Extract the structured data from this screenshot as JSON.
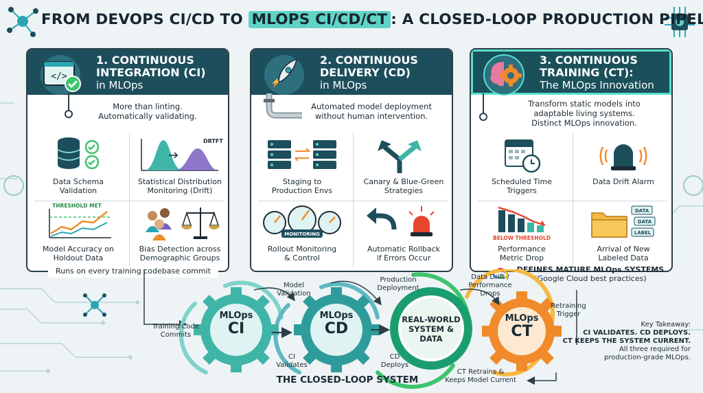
{
  "title": {
    "before": "FROM DEVOPS CI/CD TO ",
    "highlight": "MLOPS CI/CD/CT",
    "after": ": A CLOSED-LOOP PRODUCTION PIPELINE"
  },
  "colors": {
    "panel_header": "#1d4e5c",
    "teal_accent": "#5fd3c6",
    "gear_ci": "#3fb5a8",
    "gear_cd": "#2f9c9c",
    "gear_ct": "#f08a2a",
    "gear_center": "#1b9e6f"
  },
  "panels": [
    {
      "number_title": "1. CONTINUOUS",
      "title_line2": "INTEGRATION (CI)",
      "subtitle": "in MLOps",
      "icon": "code-window-check-icon",
      "desc": [
        "More than linting.",
        "Automatically validating."
      ],
      "items": [
        {
          "label": [
            "Data Schema",
            "Validation"
          ],
          "icon": "database-check-icon"
        },
        {
          "label": [
            "Statistical Distribution",
            "Monitoring (Drift)"
          ],
          "icon": "distribution-drift-icon",
          "tag": "DRTFT"
        },
        {
          "label": [
            "Model Accuracy on",
            "Holdout Data"
          ],
          "icon": "accuracy-chart-icon",
          "tag": "THRESHOLD MET"
        },
        {
          "label": [
            "Bias Detection across",
            "Demographic Groups"
          ],
          "icon": "scales-people-icon"
        }
      ],
      "footer": "Runs on every training codebase commit"
    },
    {
      "number_title": "2. CONTINUOUS",
      "title_line2": "DELIVERY (CD)",
      "subtitle": "in MLOps",
      "icon": "rocket-icon",
      "desc": [
        "Automated model deployment",
        "without human intervention."
      ],
      "items": [
        {
          "label": [
            "Staging to",
            "Production Envs"
          ],
          "icon": "servers-swap-icon"
        },
        {
          "label": [
            "Canary & Blue-Green",
            "Strategies"
          ],
          "icon": "split-arrows-icon"
        },
        {
          "label": [
            "Rollout Monitoring",
            "& Control"
          ],
          "icon": "gauges-icon",
          "tag": "MONITORING"
        },
        {
          "label": [
            "Automatic Rollback",
            "if Errors Occur"
          ],
          "icon": "rollback-siren-icon"
        }
      ]
    },
    {
      "number_title": "3. CONTINUOUS",
      "title_line2": "TRAINING (CT):",
      "subtitle": "The MLOps Innovation",
      "icon": "brain-gear-icon",
      "desc": [
        "Transform static models into",
        "adaptable living systems.",
        "Distinct MLOps innovation."
      ],
      "items": [
        {
          "label": [
            "Scheduled Time",
            "Triggers"
          ],
          "icon": "calendar-clock-icon"
        },
        {
          "label": [
            "Data Drift Alarm"
          ],
          "icon": "alarm-light-icon"
        },
        {
          "label": [
            "Performance",
            "Metric Drop"
          ],
          "icon": "metric-drop-icon",
          "tag": "BELOW THRESHOLD"
        },
        {
          "label": [
            "Arrival of New",
            "Labeled Data"
          ],
          "icon": "folder-labels-icon",
          "tags": [
            "DATA",
            "DATA",
            "LABEL"
          ]
        }
      ],
      "footer_bold": "DEFINES MATURE MLOps SYSTEMS",
      "footer_sub": "(Google Cloud best practices)"
    }
  ],
  "loop": {
    "title": "THE CLOSED-LOOP SYSTEM",
    "gears": [
      {
        "line1": "MLOps",
        "line2": "CI"
      },
      {
        "line1": "MLOps",
        "line2": "CD"
      },
      {
        "line1": "REAL-WORLD",
        "line2": "SYSTEM &",
        "line3": "DATA"
      },
      {
        "line1": "MLOps",
        "line2": "CT"
      }
    ],
    "labels": {
      "training_code": [
        "Training Code",
        "Commits"
      ],
      "model_validation": [
        "Model",
        "Validation"
      ],
      "production_deployment": [
        "Production",
        "Deployment"
      ],
      "data_drift": [
        "Data Drift /",
        "Performance",
        "Drops"
      ],
      "retraining_trigger": [
        "Retraining",
        "Trigger"
      ],
      "ci_validates": [
        "CI",
        "Validates"
      ],
      "cd_deploys": [
        "CD",
        "Deploys"
      ],
      "ct_retrains": [
        "CT Retrains &",
        "Keeps Model Current"
      ]
    }
  },
  "takeaway": {
    "heading": "Key Takeaway:",
    "bold1": "CI VALIDATES. CD DEPLOYS.",
    "bold2": "CT KEEPS THE SYSTEM CURRENT.",
    "line1": "All three required for",
    "line2": "production-grade MLOps."
  }
}
